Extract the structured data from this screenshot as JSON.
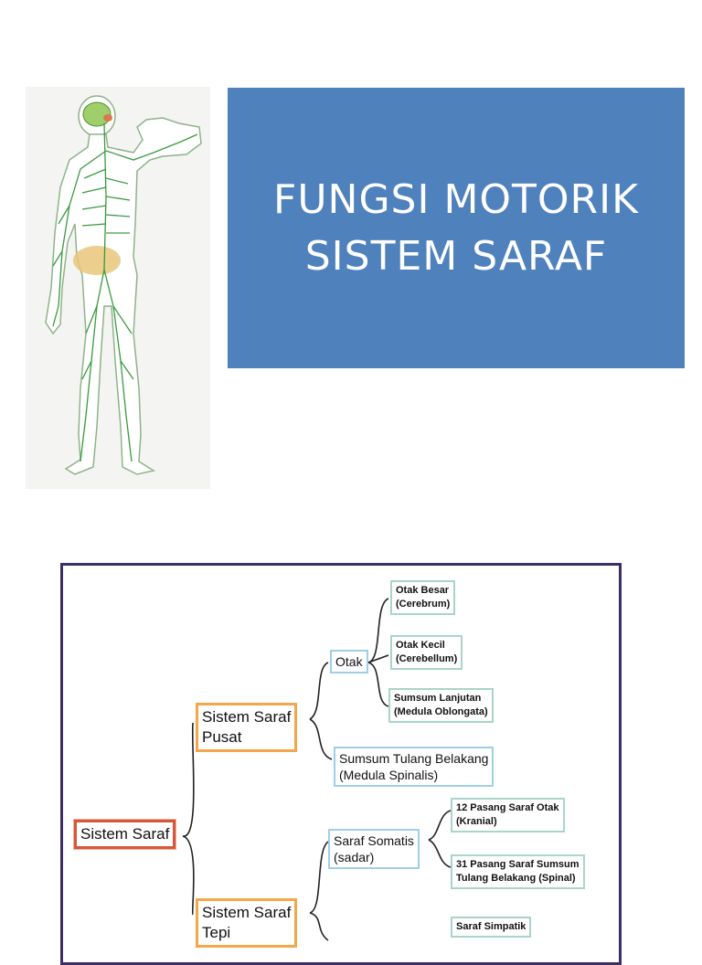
{
  "title": {
    "line1": "FUNGSI MOTORIK",
    "line2": "SISTEM SARAF"
  },
  "colors": {
    "title_bg": "#4f81bd",
    "nerve_green": "#3a9a3f",
    "body_outline": "#8fb38a",
    "box_orange": "#f4a64a",
    "box_red": "#d7563a",
    "box_blue": "#9fcfe6",
    "box_teal": "#a9d5c9",
    "frame": "#3c2f63"
  },
  "diagram": {
    "root": "Sistem Saraf",
    "pusat": {
      "line1": "Sistem Saraf",
      "line2": "Pusat"
    },
    "tepi": {
      "line1": "Sistem Saraf",
      "line2": "Tepi"
    },
    "otak": "Otak",
    "otak_besar": {
      "line1": "Otak Besar",
      "line2": "(Cerebrum)"
    },
    "otak_kecil": {
      "line1": "Otak Kecil",
      "line2": "(Cerebellum)"
    },
    "sumsum_lanjutan": {
      "line1": "Sumsum Lanjutan",
      "line2": "(Medula Oblongata)"
    },
    "sumsum_tulang": {
      "line1": "Sumsum Tulang Belakang",
      "line2": "(Medula Spinalis)"
    },
    "saraf_somatis": {
      "line1": "Saraf Somatis",
      "line2": "(sadar)"
    },
    "kranial": {
      "line1": "12 Pasang Saraf Otak",
      "line2": "(Kranial)"
    },
    "spinal": {
      "line1": "31 Pasang Saraf Sumsum",
      "line2": "Tulang Belakang (Spinal)"
    },
    "simpatik": {
      "line1": "Saraf Simpatik"
    }
  }
}
